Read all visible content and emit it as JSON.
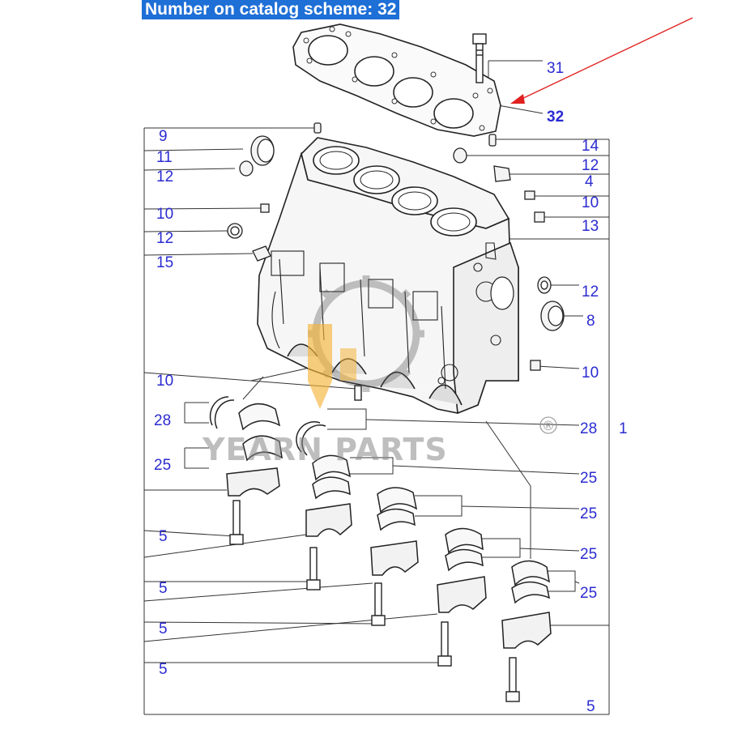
{
  "header": {
    "title": "Number on catalog scheme: 32"
  },
  "watermark": {
    "brand": "YEARN PARTS",
    "registered": "®"
  },
  "callouts": {
    "right": {
      "c31": "31",
      "c32": "32",
      "c14": "14",
      "c12a": "12",
      "c4": "4",
      "c10a": "10",
      "c13": "13",
      "c12b": "12",
      "c8": "8",
      "c10b": "10",
      "c28": "28",
      "c1": "1",
      "c25a": "25",
      "c25b": "25",
      "c25c": "25",
      "c25d": "25",
      "c5": "5"
    },
    "left": {
      "c9": "9",
      "c11": "11",
      "c12a": "12",
      "c10a": "10",
      "c12b": "12",
      "c15": "15",
      "c10b": "10",
      "c28": "28",
      "c25": "25",
      "c5a": "5",
      "c5b": "5",
      "c5c": "5",
      "c5d": "5"
    }
  },
  "colors": {
    "header_bg": "#1e6fd6",
    "label": "#2b2bd1",
    "pointer_arrow": "#e02020",
    "watermark_orange": "#f4b43a"
  }
}
